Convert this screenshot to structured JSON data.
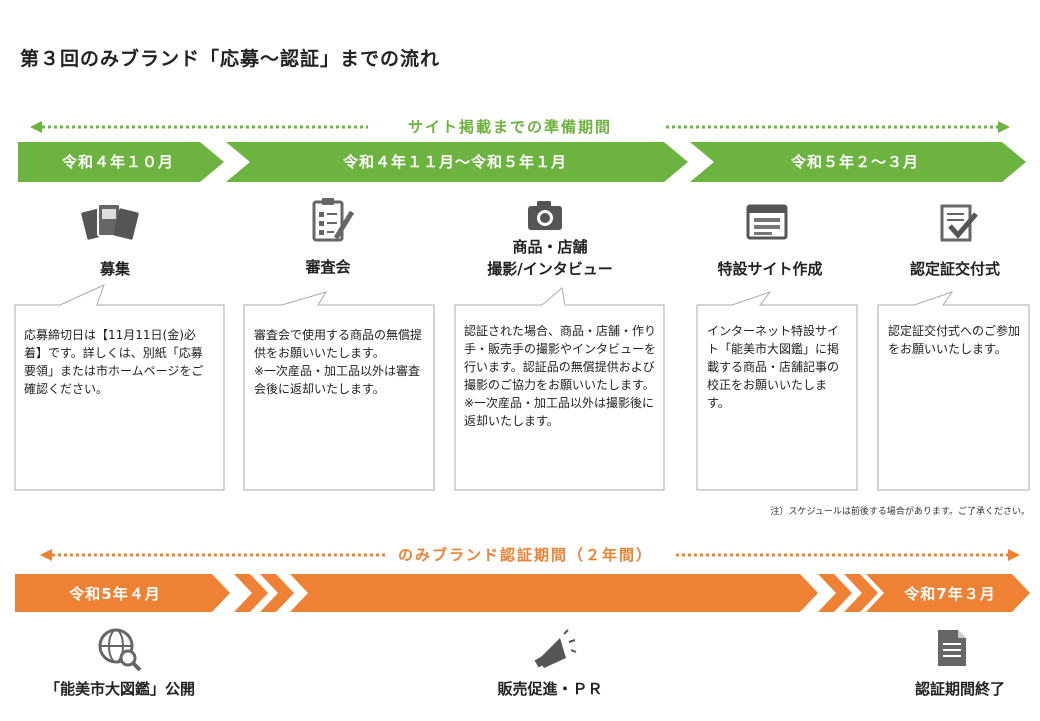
{
  "title": "第３回のみブランド「応募～認証」までの流れ",
  "colors": {
    "green": "#6db33f",
    "orange": "#ee8133",
    "gray": "#666666",
    "border": "#aaaaaa"
  },
  "top_period": {
    "label": "サイト掲載までの準備期間"
  },
  "top_arrows": [
    {
      "label": "令和４年１０月"
    },
    {
      "label": "令和４年１１月～令和５年１月"
    },
    {
      "label": "令和５年２～３月"
    }
  ],
  "steps": [
    {
      "icon": "cards-icon",
      "title": "募集",
      "text": "応募締切日は【11月11日(金)必着】です。詳しくは、別紙「応募要領」または市ホームページをご確認ください。"
    },
    {
      "icon": "checklist-icon",
      "title": "審査会",
      "text": "審査会で使用する商品の無償提供をお願いいたします。\n※一次産品・加工品以外は審査会後に返却いたします。"
    },
    {
      "icon": "camera-icon",
      "title": "商品・店舗\n撮影/インタビュー",
      "text": "認証された場合、商品・店舗・作り手・販売手の撮影やインタビューを行います。認証品の無償提供および撮影のご協力をお願いいたします。\n※一次産品・加工品以外は撮影後に返却いたします。"
    },
    {
      "icon": "webpage-icon",
      "title": "特設サイト作成",
      "text": "インターネット特設サイト「能美市大図鑑」に掲載する商品・店舗記事の校正をお願いいたします。"
    },
    {
      "icon": "certificate-icon",
      "title": "認定証交付式",
      "text": "認定証交付式へのご参加をお願いいたします。"
    }
  ],
  "note": "注）スケジュールは前後する場合があります。ご了承ください。",
  "bottom_period": {
    "label": "のみブランド認証期間（２年間）"
  },
  "bottom_arrows": [
    {
      "label": "令和5年４月"
    },
    {
      "label": "令和7年３月"
    }
  ],
  "bottom_items": [
    {
      "icon": "globe-search-icon",
      "label": "「能美市大図鑑」公開"
    },
    {
      "icon": "megaphone-icon",
      "label": "販売促進・ＰＲ"
    },
    {
      "icon": "document-icon",
      "label": "認証期間終了"
    }
  ]
}
